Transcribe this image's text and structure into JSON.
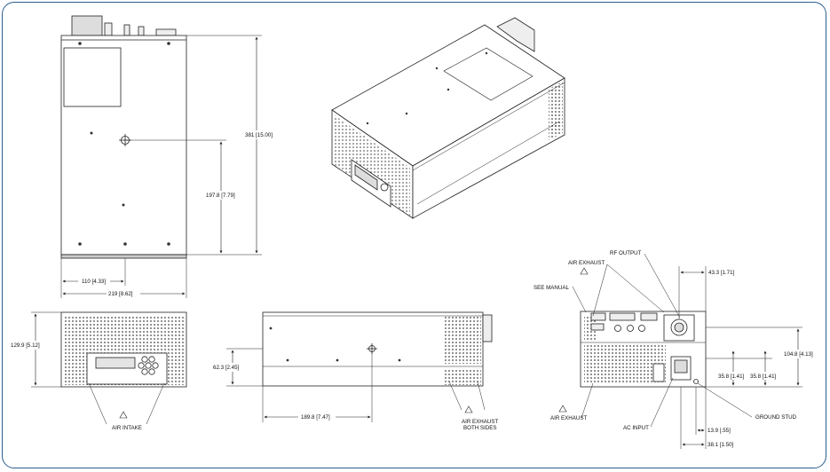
{
  "colors": {
    "border": "#2b5e8e",
    "line": "#222222",
    "vent": "#444444"
  },
  "top_view": {
    "height_dim": "381 [15.00]",
    "center_dim": "197.8 [7.79]",
    "half_width_dim": "110 [4.33]",
    "width_dim": "219 [8.62]"
  },
  "front_view": {
    "height_dim": "129.9 [5.12]",
    "intake_label": "AIR INTAKE"
  },
  "side_view": {
    "height_dim": "62.3 [2.45]",
    "length_dim": "189.8 [7.47]",
    "exhaust_label_1": "AIR EXHAUST",
    "exhaust_label_2": "BOTH SIDES"
  },
  "rear_view": {
    "rf_output": "RF OUTPUT",
    "air_exhaust_top": "AIR EXHAUST",
    "see_manual": "SEE MANUAL",
    "air_exhaust_left": "AIR EXHAUST",
    "ac_input": "AC INPUT",
    "ground_stud": "GROUND STUD",
    "dim_rf_x": "43.3 [1.71]",
    "dim_rf_y": "104.8 [4.13]",
    "dim_35_left": "35.8 [1.41]",
    "dim_35_right": "35.8 [1.41]",
    "dim_13_9": "13.9 [.55]",
    "dim_38_1": "38.1 [1.50]"
  },
  "warning_symbol": "!"
}
